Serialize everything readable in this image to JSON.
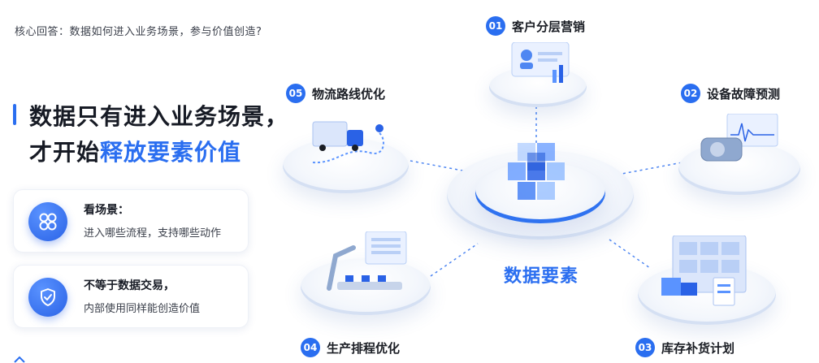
{
  "question": "核心回答：数据如何进入业务场景，参与价值创造?",
  "headline": {
    "line1": "数据只有进入业务场景，",
    "line2_prefix": "才开始",
    "line2_highlight": "释放要素价值"
  },
  "cards": [
    {
      "title": "看场景：",
      "desc": "进入哪些流程，支持哪些动作",
      "icon": "grid-icon"
    },
    {
      "title": "不等于数据交易，",
      "desc": "内部使用同样能创造价值",
      "icon": "shield-check-icon"
    }
  ],
  "center": {
    "label": "数据要素"
  },
  "scenes": [
    {
      "num": "01",
      "label": "客户分层营销"
    },
    {
      "num": "02",
      "label": "设备故障预测"
    },
    {
      "num": "03",
      "label": "库存补货计划"
    },
    {
      "num": "04",
      "label": "生产排程优化"
    },
    {
      "num": "05",
      "label": "物流路线优化"
    }
  ],
  "colors": {
    "accent": "#2a6ef0",
    "text": "#171b25"
  }
}
